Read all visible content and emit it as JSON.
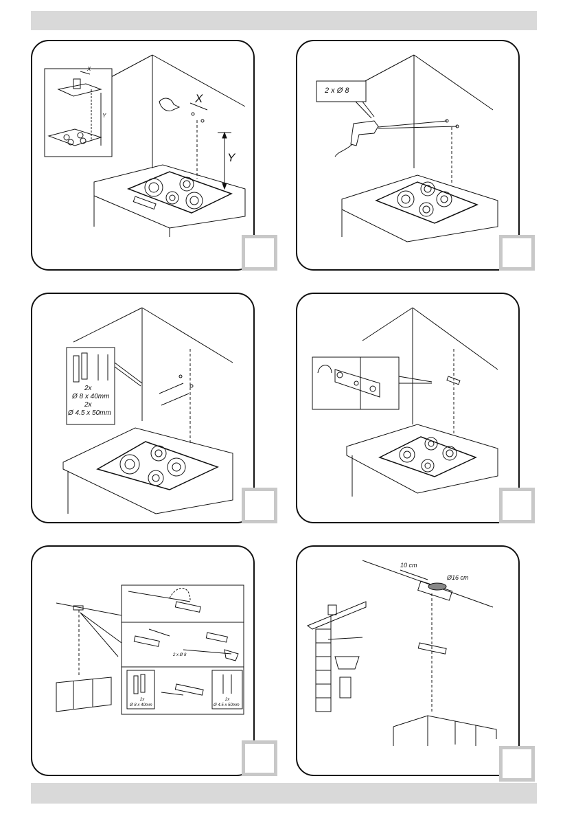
{
  "page": {
    "header_bar": "",
    "footer_bar": ""
  },
  "panels": [
    {
      "id": "p1",
      "labels": {
        "x_small": "X",
        "y_small": "Y",
        "x_big": "X",
        "y_big": "Y"
      },
      "step_number": ""
    },
    {
      "id": "p2",
      "labels": {
        "drill_spec": "2 x Ø 8"
      },
      "step_number": ""
    },
    {
      "id": "p3",
      "labels": {
        "qty1": "2x",
        "size1": "Ø 8 x 40mm",
        "qty2": "2x",
        "size2": "Ø 4.5 x 50mm"
      },
      "step_number": ""
    },
    {
      "id": "p4",
      "labels": {},
      "step_number": ""
    },
    {
      "id": "p5",
      "labels": {
        "drill_spec": "2 x Ø 8",
        "qty1": "2x",
        "size1": "Ø 8 x 40mm",
        "qty2": "2x",
        "size2": "Ø 4.5 x 50mm"
      },
      "step_number": ""
    },
    {
      "id": "p6",
      "labels": {
        "distance": "10 cm",
        "diameter": "Ø16 cm"
      },
      "step_number": ""
    }
  ],
  "colors": {
    "bar": "#d9d9d9",
    "stepbox": "#c8c8c8",
    "line": "#111111"
  }
}
